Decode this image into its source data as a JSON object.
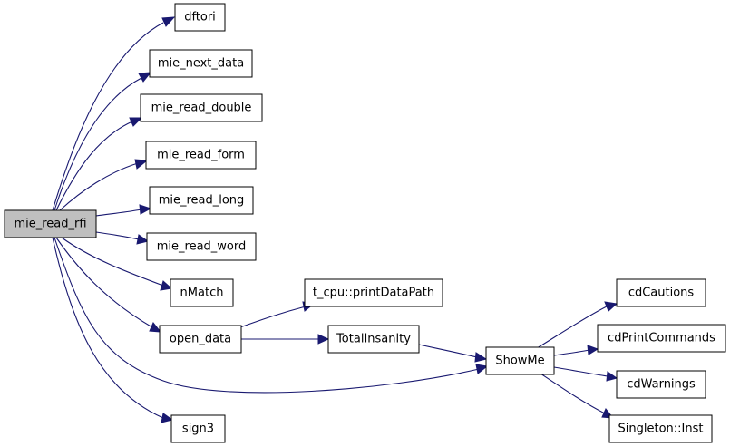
{
  "diagram": {
    "root": "mie_read_rfi",
    "nodes": [
      {
        "id": "mie_read_rfi",
        "label": "mie_read_rfi"
      },
      {
        "id": "dftori",
        "label": "dftori"
      },
      {
        "id": "mie_next_data",
        "label": "mie_next_data"
      },
      {
        "id": "mie_read_double",
        "label": "mie_read_double"
      },
      {
        "id": "mie_read_form",
        "label": "mie_read_form"
      },
      {
        "id": "mie_read_long",
        "label": "mie_read_long"
      },
      {
        "id": "mie_read_word",
        "label": "mie_read_word"
      },
      {
        "id": "nMatch",
        "label": "nMatch"
      },
      {
        "id": "open_data",
        "label": "open_data"
      },
      {
        "id": "sign3",
        "label": "sign3"
      },
      {
        "id": "t_cpu_printDataPath",
        "label": "t_cpu::printDataPath"
      },
      {
        "id": "TotalInsanity",
        "label": "TotalInsanity"
      },
      {
        "id": "ShowMe",
        "label": "ShowMe"
      },
      {
        "id": "cdCautions",
        "label": "cdCautions"
      },
      {
        "id": "cdPrintCommands",
        "label": "cdPrintCommands"
      },
      {
        "id": "cdWarnings",
        "label": "cdWarnings"
      },
      {
        "id": "Singleton_Inst",
        "label": "Singleton::Inst"
      }
    ],
    "edges": [
      {
        "from": "mie_read_rfi",
        "to": "dftori"
      },
      {
        "from": "mie_read_rfi",
        "to": "mie_next_data"
      },
      {
        "from": "mie_read_rfi",
        "to": "mie_read_double"
      },
      {
        "from": "mie_read_rfi",
        "to": "mie_read_form"
      },
      {
        "from": "mie_read_rfi",
        "to": "mie_read_long"
      },
      {
        "from": "mie_read_rfi",
        "to": "mie_read_word"
      },
      {
        "from": "mie_read_rfi",
        "to": "nMatch"
      },
      {
        "from": "mie_read_rfi",
        "to": "open_data"
      },
      {
        "from": "mie_read_rfi",
        "to": "ShowMe"
      },
      {
        "from": "mie_read_rfi",
        "to": "sign3"
      },
      {
        "from": "open_data",
        "to": "t_cpu_printDataPath"
      },
      {
        "from": "open_data",
        "to": "TotalInsanity"
      },
      {
        "from": "TotalInsanity",
        "to": "ShowMe"
      },
      {
        "from": "ShowMe",
        "to": "cdCautions"
      },
      {
        "from": "ShowMe",
        "to": "cdPrintCommands"
      },
      {
        "from": "ShowMe",
        "to": "cdWarnings"
      },
      {
        "from": "ShowMe",
        "to": "Singleton_Inst"
      }
    ]
  },
  "colors": {
    "edge": "#191970",
    "root_fill": "#bfbfbf",
    "node_fill": "#ffffff",
    "node_stroke": "#000000"
  }
}
